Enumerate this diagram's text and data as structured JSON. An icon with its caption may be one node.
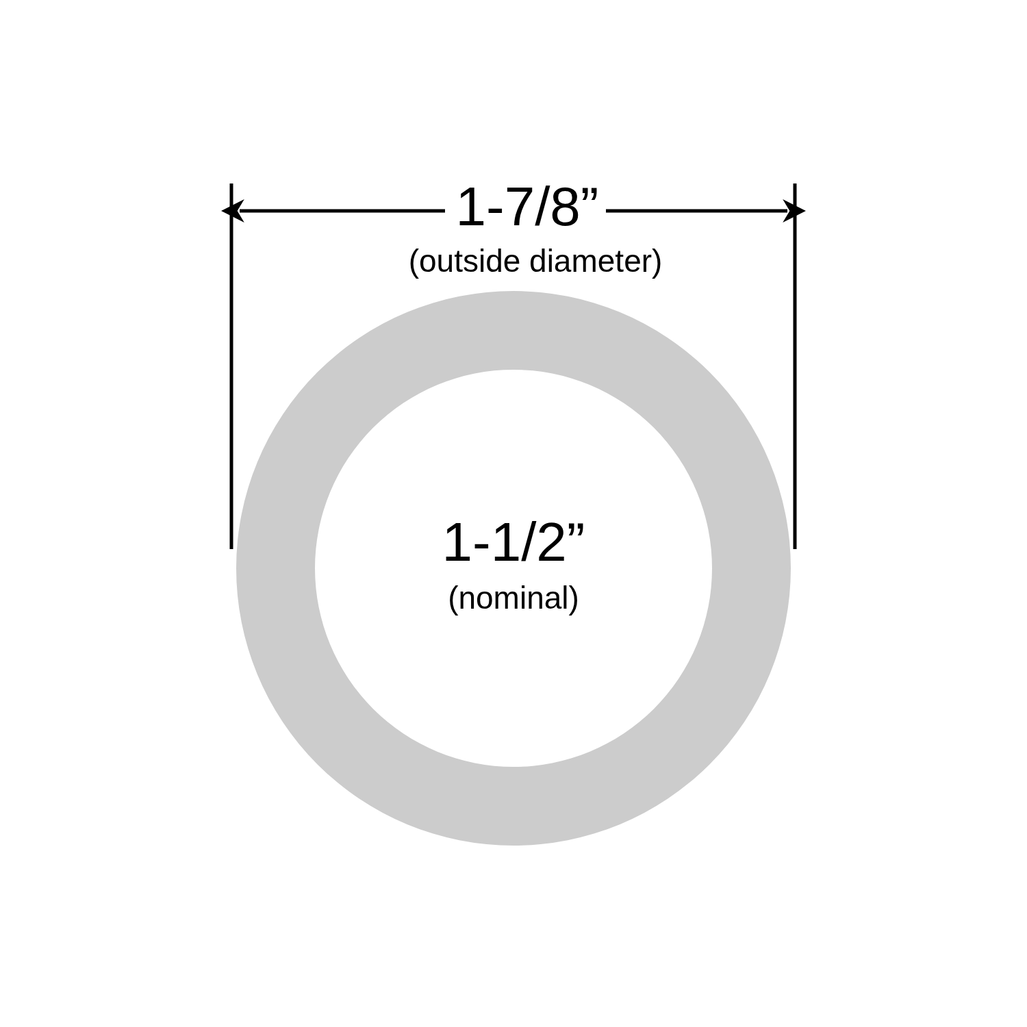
{
  "diagram": {
    "nodes": [
      {
        "text": [
          "1-1/2”",
          "(nominal)"
        ]
      }
    ],
    "labels": [
      "1-7/8”",
      "(outside diameter)"
    ]
  }
}
